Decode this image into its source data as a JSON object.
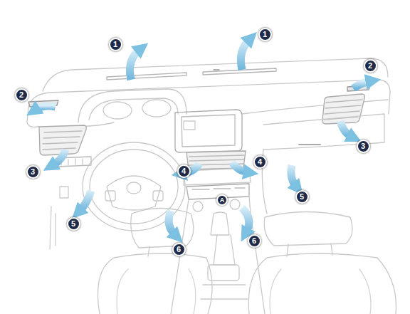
{
  "diagram": {
    "labels": [
      "1",
      "1",
      "2",
      "2",
      "3",
      "3",
      "4",
      "4",
      "5",
      "5",
      "6",
      "6",
      "A"
    ]
  }
}
